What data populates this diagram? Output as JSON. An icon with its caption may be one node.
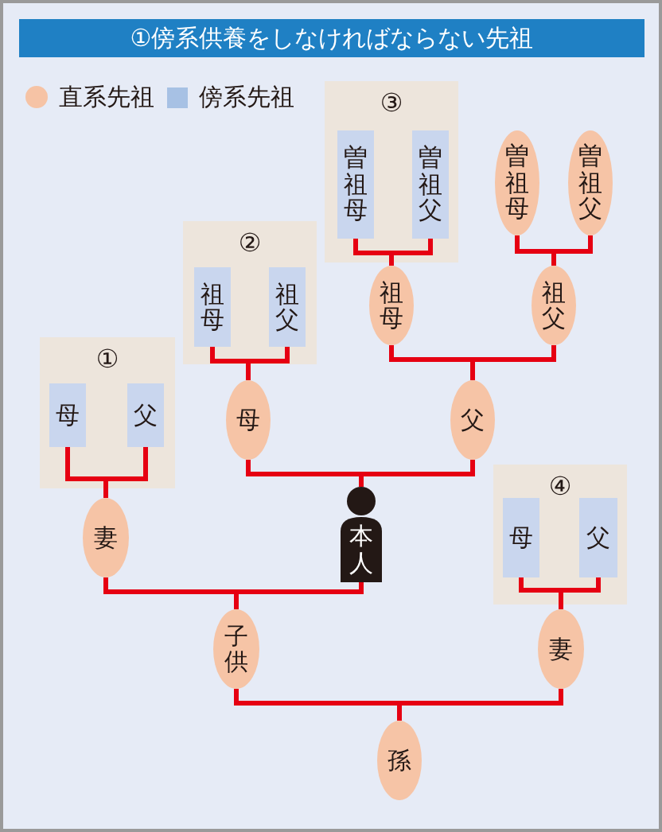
{
  "diagram": {
    "title": "①傍系供養をしなければならない先祖",
    "nodes": [
      {
        "text": [
          "③"
        ]
      },
      {
        "text": [
          "曽祖母"
        ],
        "in": 0
      },
      {
        "text": [
          "曽祖父"
        ],
        "in": 0
      },
      {
        "text": [
          "曽祖母"
        ]
      },
      {
        "text": [
          "曽祖父"
        ]
      },
      {
        "text": [
          "②"
        ]
      },
      {
        "text": [
          "祖母"
        ],
        "in": 5
      },
      {
        "text": [
          "祖父"
        ],
        "in": 5
      },
      {
        "text": [
          "祖母"
        ]
      },
      {
        "text": [
          "祖父"
        ]
      },
      {
        "text": [
          "①"
        ]
      },
      {
        "text": [
          "母"
        ],
        "in": 10
      },
      {
        "text": [
          "父"
        ],
        "in": 10
      },
      {
        "text": [
          "母"
        ]
      },
      {
        "text": [
          "父"
        ]
      },
      {
        "text": [
          "④"
        ]
      },
      {
        "text": [
          "母"
        ],
        "in": 15
      },
      {
        "text": [
          "父"
        ],
        "in": 15
      },
      {
        "text": [
          "本人"
        ]
      },
      {
        "text": [
          "妻"
        ]
      },
      {
        "text": [
          "子供"
        ]
      },
      {
        "text": [
          "妻"
        ]
      },
      {
        "text": [
          "孫"
        ]
      }
    ],
    "edges": [
      {
        "from": 1,
        "to": 8,
        "arrow": "none"
      },
      {
        "from": 2,
        "to": 8,
        "arrow": "none"
      },
      {
        "from": 3,
        "to": 9,
        "arrow": "none"
      },
      {
        "from": 4,
        "to": 9,
        "arrow": "none"
      },
      {
        "from": 6,
        "to": 13,
        "arrow": "none"
      },
      {
        "from": 7,
        "to": 13,
        "arrow": "none"
      },
      {
        "from": 8,
        "to": 14,
        "arrow": "none"
      },
      {
        "from": 9,
        "to": 14,
        "arrow": "none"
      },
      {
        "from": 13,
        "to": 18,
        "arrow": "none"
      },
      {
        "from": 14,
        "to": 18,
        "arrow": "none"
      },
      {
        "from": 11,
        "to": 19,
        "arrow": "none"
      },
      {
        "from": 12,
        "to": 19,
        "arrow": "none"
      },
      {
        "from": 19,
        "to": 20,
        "arrow": "none"
      },
      {
        "from": 18,
        "to": 20,
        "arrow": "none"
      },
      {
        "from": 16,
        "to": 21,
        "arrow": "none"
      },
      {
        "from": 17,
        "to": 21,
        "arrow": "none"
      },
      {
        "from": 20,
        "to": 22,
        "arrow": "none"
      },
      {
        "from": 21,
        "to": 22,
        "arrow": "none"
      }
    ],
    "legend": [
      {
        "text": "直系先祖",
        "color": "#f6c3a5"
      },
      {
        "text": "傍系先祖",
        "color": "#a7c1e4"
      }
    ]
  }
}
